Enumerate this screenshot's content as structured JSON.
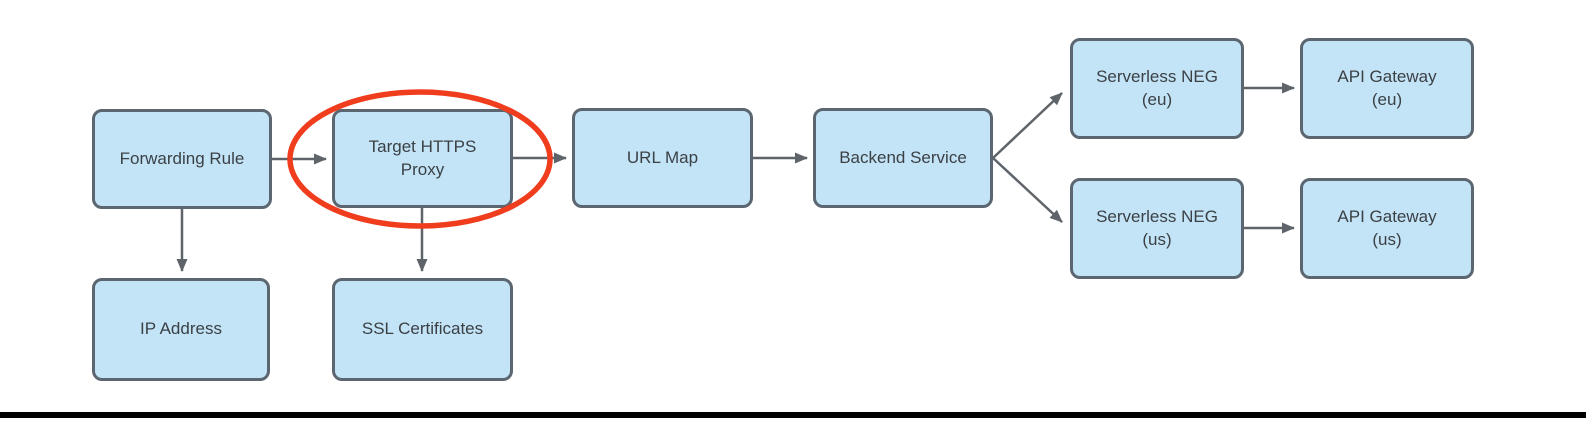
{
  "diagram": {
    "nodes": [
      {
        "id": "forwarding-rule",
        "label": "Forwarding Rule"
      },
      {
        "id": "target-https-proxy",
        "label": "Target HTTPS\nProxy",
        "highlighted": true
      },
      {
        "id": "url-map",
        "label": "URL Map"
      },
      {
        "id": "backend-service",
        "label": "Backend Service"
      },
      {
        "id": "serverless-neg-eu",
        "label": "Serverless NEG\n(eu)"
      },
      {
        "id": "api-gateway-eu",
        "label": "API Gateway\n(eu)"
      },
      {
        "id": "serverless-neg-us",
        "label": "Serverless NEG\n(us)"
      },
      {
        "id": "api-gateway-us",
        "label": "API Gateway\n(us)"
      },
      {
        "id": "ip-address",
        "label": "IP Address"
      },
      {
        "id": "ssl-certificates",
        "label": "SSL Certificates"
      }
    ],
    "edges": [
      {
        "from": "forwarding-rule",
        "to": "target-https-proxy"
      },
      {
        "from": "target-https-proxy",
        "to": "url-map"
      },
      {
        "from": "url-map",
        "to": "backend-service"
      },
      {
        "from": "backend-service",
        "to": "serverless-neg-eu"
      },
      {
        "from": "backend-service",
        "to": "serverless-neg-us"
      },
      {
        "from": "serverless-neg-eu",
        "to": "api-gateway-eu"
      },
      {
        "from": "serverless-neg-us",
        "to": "api-gateway-us"
      },
      {
        "from": "forwarding-rule",
        "to": "ip-address"
      },
      {
        "from": "target-https-proxy",
        "to": "ssl-certificates"
      }
    ],
    "annotation": {
      "type": "ellipse",
      "around": "target-https-proxy",
      "color": "#F03D1E"
    },
    "colors": {
      "background": "#FFFFFF",
      "node_fill": "#C3E4F7",
      "node_border": "#5B6670",
      "arrow": "#5E6469",
      "text": "#3B4045",
      "highlight": "#F03D1E",
      "bottom_bar": "#000000"
    }
  }
}
